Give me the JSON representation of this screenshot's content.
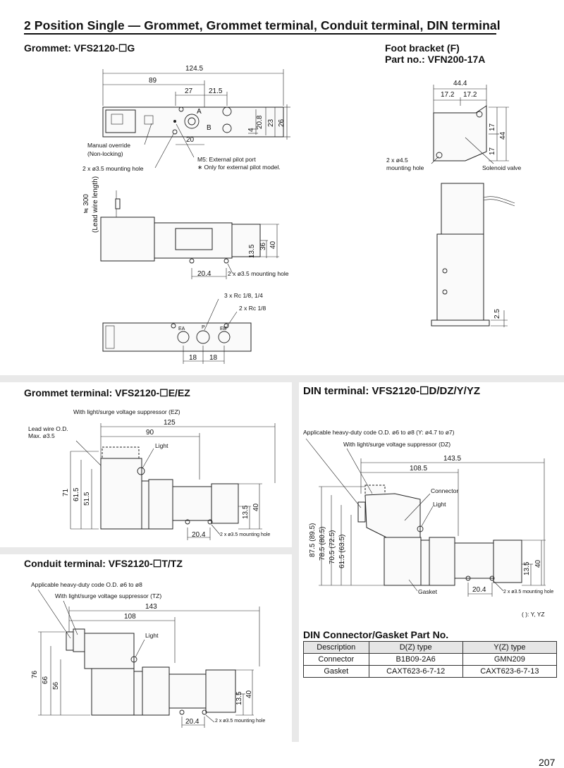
{
  "page": {
    "title": "2 Position Single — Grommet, Grommet terminal, Conduit terminal, DIN terminal",
    "page_number": "207"
  },
  "grommet": {
    "title": "Grommet: VFS2120-☐G",
    "dims": {
      "d124_5": "124.5",
      "d89": "89",
      "d27": "27",
      "d21_5": "21.5",
      "d20": "20",
      "d4": "4",
      "d20_8": "20.8",
      "d23": "23",
      "d26": "26",
      "d13_5": "13.5",
      "d36": "36",
      "d40": "40",
      "d20_4": "20.4",
      "d18a": "18",
      "d18b": "18"
    },
    "port_a": "A",
    "port_b": "B",
    "port_ea": "EA",
    "port_p": "P",
    "port_eb": "EB",
    "manual_override": "Manual override",
    "non_locking": "(Non-locking)",
    "mounting_hole": "2 x ø3.5 mounting hole",
    "mounting_hole_side": "2 x ø3.5 mounting hole",
    "m5_line1": "M5: External pilot port",
    "m5_line2": "∗ Only for external pilot model.",
    "lead_wire": "≒ 300",
    "lead_wire_len": "(Lead wire length)",
    "rc_ports": "3 x Rc 1/8, 1/4",
    "rc_ports2": "2 x Rc 1/8"
  },
  "foot_bracket": {
    "title": "Foot bracket (F)",
    "part_no": "Part no.: VFN200-17A",
    "d44_4": "44.4",
    "d17_2a": "17.2",
    "d17_2b": "17.2",
    "d17a": "17",
    "d17b": "17",
    "d44": "44",
    "d2_5": "2.5",
    "hole_line1": "2 x ø4.5",
    "hole_line2": "mounting hole",
    "solenoid_valve": "Solenoid valve"
  },
  "grommet_terminal": {
    "title": "Grommet terminal: VFS2120-☐E/EZ",
    "suppressor": "With light/surge voltage suppressor (EZ)",
    "lead_od": "Lead wire O.D.",
    "lead_max": "Max. ø3.5",
    "light": "Light",
    "d125": "125",
    "d90": "90",
    "d71": "71",
    "d61_5": "61.5",
    "d51_5": "51.5",
    "d13_5": "13.5",
    "d40": "40",
    "d20_4": "20.4",
    "mounting_hole": "2 x ø3.5 mounting hole"
  },
  "conduit_terminal": {
    "title": "Conduit terminal: VFS2120-☐T/TZ",
    "code_od": "Applicable heavy-duty code O.D. ø6 to ø8",
    "suppressor": "With light/surge voltage suppressor (TZ)",
    "light": "Light",
    "d143": "143",
    "d108": "108",
    "d76": "76",
    "d66": "66",
    "d56": "56",
    "d13_5": "13.5",
    "d40": "40",
    "d20_4": "20.4",
    "mounting_hole": "2 x ø3.5 mounting hole"
  },
  "din_terminal": {
    "title": "DIN terminal: VFS2120-☐D/DZ/Y/YZ",
    "code_od": "Applicable heavy-duty code O.D. ø6 to ø8 (Y: ø4.7 to ø7)",
    "suppressor": "With light/surge voltage suppressor (DZ)",
    "connector": "Connector",
    "light": "Light",
    "gasket": "Gasket",
    "d143_5": "143.5",
    "d108_5": "108.5",
    "d87_5": "87.5 (89.5)",
    "d78_5": "78.5 (80.5)",
    "d70_5": "70.5 (72.5)",
    "d61_5": "61.5 (63.5)",
    "d13_5": "13.5",
    "d40": "40",
    "d20_4": "20.4",
    "mounting_hole": "2 x ø3.5 mounting hole",
    "note": "( ): Y, YZ"
  },
  "din_parts": {
    "title": "DIN Connector/Gasket Part No.",
    "headers": [
      "Description",
      "D(Z) type",
      "Y(Z) type"
    ],
    "rows": [
      [
        "Connector",
        "B1B09-2A6",
        "GMN209"
      ],
      [
        "Gasket",
        "CAXT623-6-7-12",
        "CAXT623-6-7-13"
      ]
    ]
  }
}
